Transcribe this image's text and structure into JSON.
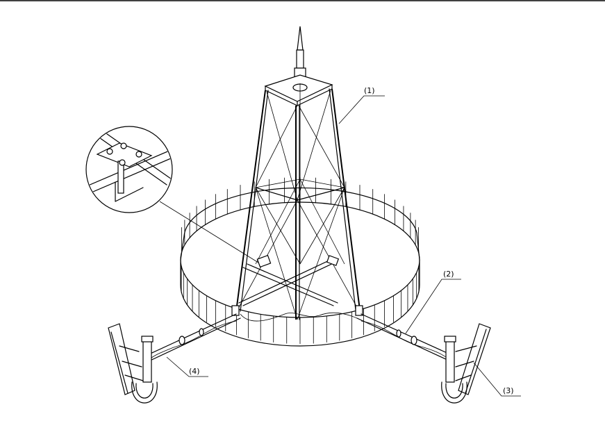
{
  "callouts": {
    "c1": "(1)",
    "c2": "(2)",
    "c3": "(3)",
    "c4": "(4)"
  },
  "colors": {
    "line": "#000000",
    "background": "#ffffff"
  }
}
